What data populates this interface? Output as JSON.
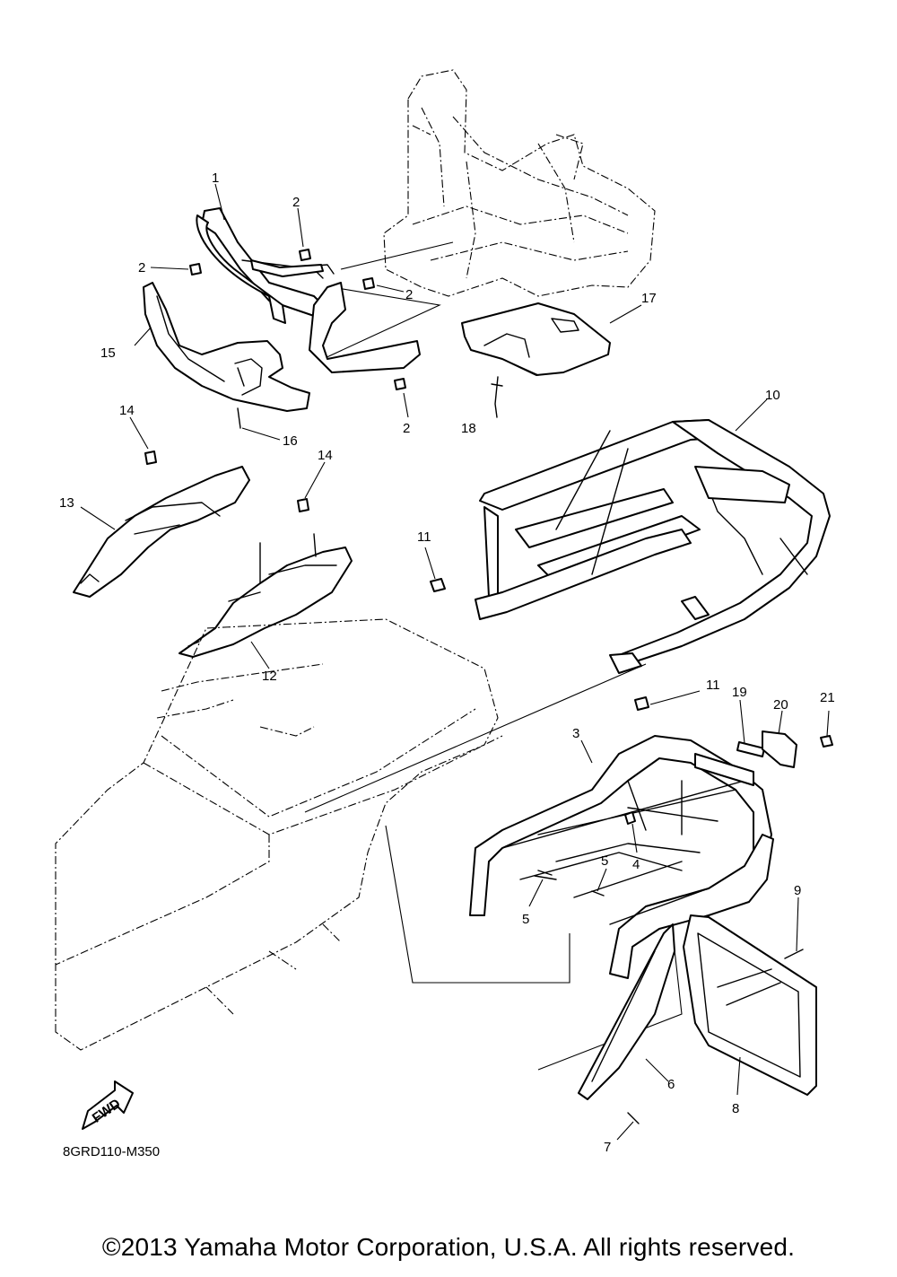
{
  "diagram": {
    "part_code": "8GRD110-M350",
    "fwd_label": "FWD",
    "callouts": {
      "c1": "1",
      "c2a": "2",
      "c2b": "2",
      "c2c": "2",
      "c2d": "2",
      "c3": "3",
      "c4": "4",
      "c5a": "5",
      "c5b": "5",
      "c6": "6",
      "c7": "7",
      "c8": "8",
      "c9": "9",
      "c10": "10",
      "c11a": "11",
      "c11b": "11",
      "c12": "12",
      "c13": "13",
      "c14a": "14",
      "c14b": "14",
      "c15": "15",
      "c16": "16",
      "c17": "17",
      "c18": "18",
      "c19": "19",
      "c20": "20",
      "c21": "21"
    }
  },
  "footer": {
    "copyright": "©2013 Yamaha Motor Corporation, U.S.A. All rights reserved."
  }
}
